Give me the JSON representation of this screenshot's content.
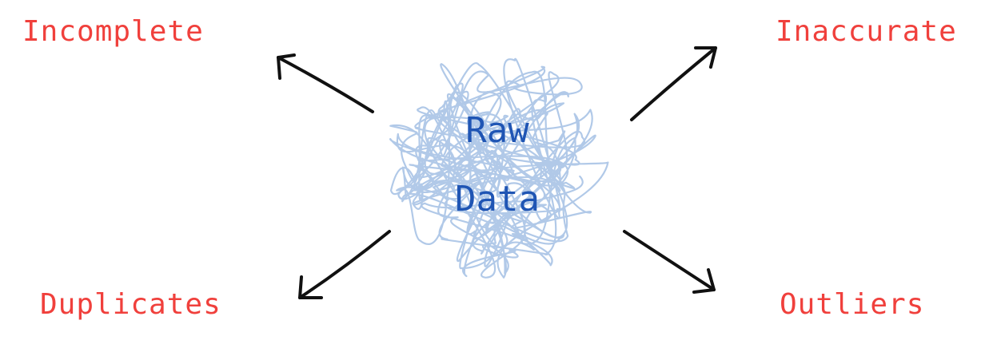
{
  "center": {
    "line1": "Raw",
    "line2": "Data"
  },
  "labels": {
    "top_left": "Incomplete",
    "top_right": "Inaccurate",
    "bottom_left": "Duplicates",
    "bottom_right": "Outliers"
  },
  "colors": {
    "label": "#f0403c",
    "center_text": "#1f55b4",
    "scribble": "#a9c3e6",
    "arrow": "#111111"
  },
  "icons": {
    "center": "tangled-scribble-icon",
    "arrows": "arrow-icon"
  }
}
